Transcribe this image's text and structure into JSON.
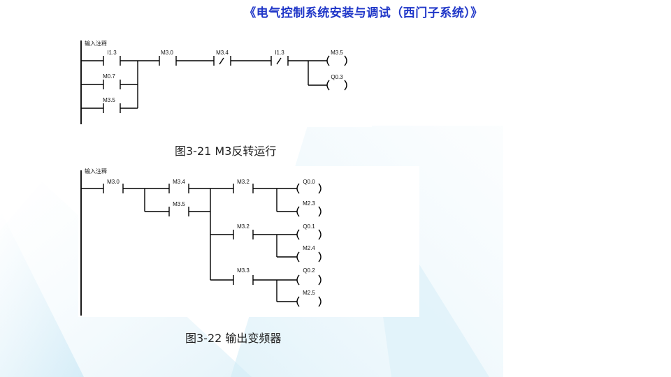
{
  "header": {
    "title": "《电气控制系统安装与调试（西门子系统）》"
  },
  "figure_1": {
    "comment_label": "输入注释",
    "caption": "图3-21  M3反转运行",
    "contacts": [
      {
        "label": "I1.3",
        "type": "NO"
      },
      {
        "label": "M0.7",
        "type": "NO"
      },
      {
        "label": "M3.5",
        "type": "NO"
      },
      {
        "label": "M3.0",
        "type": "NO"
      },
      {
        "label": "M3.4",
        "type": "NC"
      },
      {
        "label": "I1.3",
        "type": "NC"
      }
    ],
    "coils": [
      {
        "label": "M3.5"
      },
      {
        "label": "Q0.3"
      }
    ]
  },
  "figure_2": {
    "comment_label": "输入注释",
    "caption": "图3-22  输出变频器",
    "contacts": [
      {
        "label": "M3.0",
        "type": "NO"
      },
      {
        "label": "M3.4",
        "type": "NO"
      },
      {
        "label": "M3.5",
        "type": "NO"
      },
      {
        "label": "M3.2",
        "type": "NO"
      },
      {
        "label": "M3.2",
        "type": "NO"
      },
      {
        "label": "M3.3",
        "type": "NO"
      }
    ],
    "coils": [
      {
        "label": "Q0.0"
      },
      {
        "label": "M2.3"
      },
      {
        "label": "Q0.1"
      },
      {
        "label": "M2.4"
      },
      {
        "label": "Q0.2"
      },
      {
        "label": "M2.5"
      }
    ]
  }
}
